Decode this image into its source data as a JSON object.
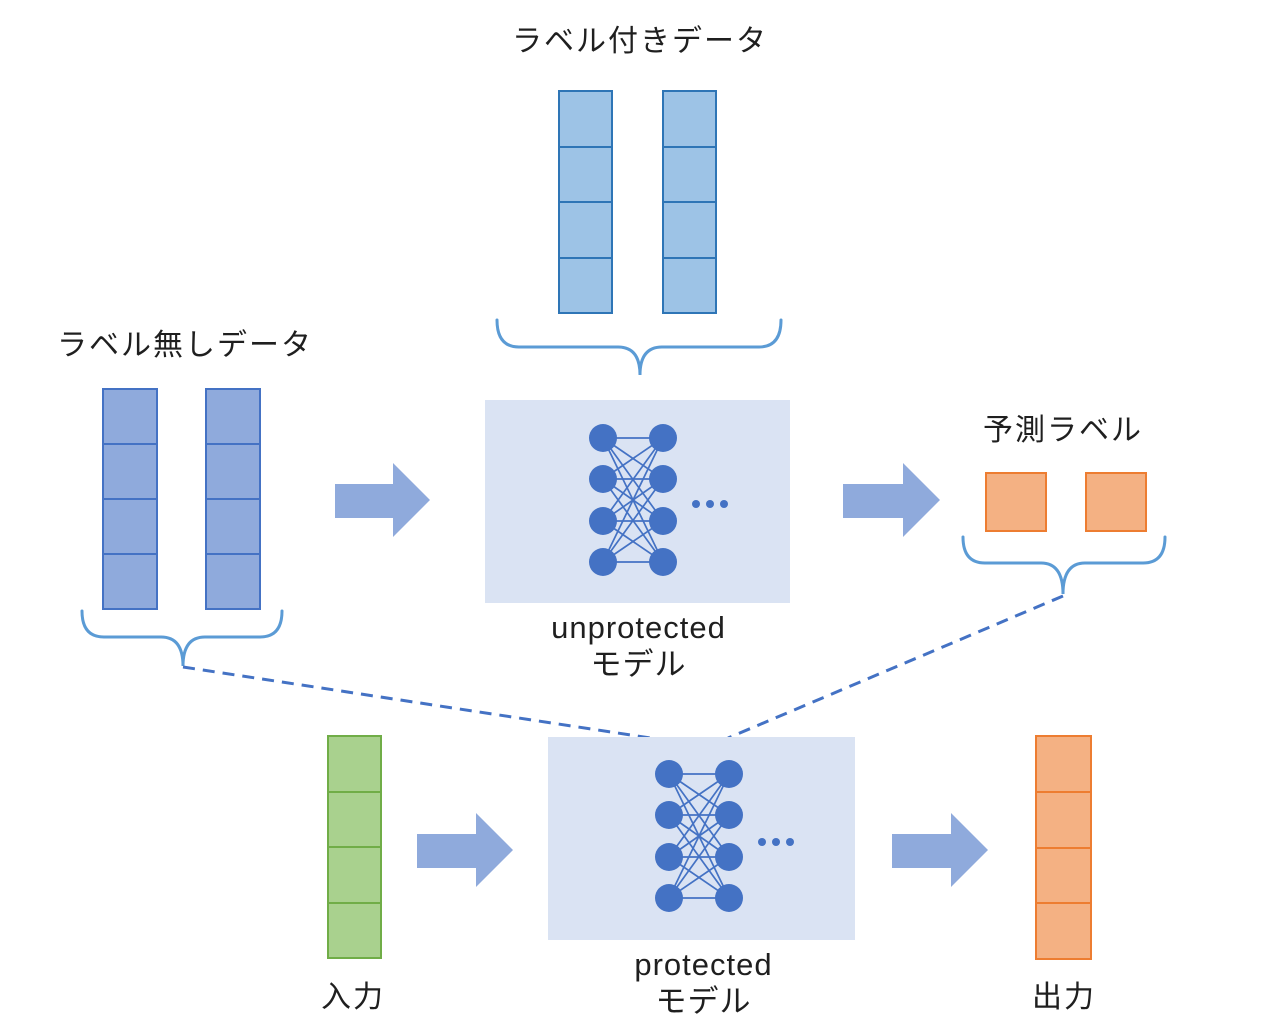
{
  "diagram": {
    "labels": {
      "labeled_data": "ラベル付きデータ",
      "unlabeled_data": "ラベル無しデータ",
      "predicted_label": "予測ラベル",
      "input": "入力",
      "output": "出力",
      "unprotected_model_line1": "unprotected",
      "unprotected_model_line2": "モデル",
      "protected_model_line1": "protected",
      "protected_model_line2": "モデル",
      "ellipsis": "..."
    },
    "stacks": {
      "labeled_data_cells": 4,
      "labeled_data_columns": 2,
      "unlabeled_data_cells": 4,
      "unlabeled_data_columns": 2,
      "predicted_label_squares": 2,
      "input_cells": 4,
      "output_cells": 4
    },
    "nn_icon": {
      "layers_shown": 2,
      "nodes_per_layer": 4
    }
  },
  "colors": {
    "light_blue_fill": "#9DC3E6",
    "light_blue_border": "#2E75B6",
    "periwinkle_fill": "#8FAADC",
    "periwinkle_border": "#4472C4",
    "green_fill": "#A9D18E",
    "green_border": "#70AD47",
    "orange_fill": "#F4B183",
    "orange_border": "#ED7D31",
    "model_box_fill": "#DAE3F3",
    "nn_color": "#4472C4",
    "arrow_color": "#8FAADC",
    "brace_color": "#5B9BD5",
    "dashed_color": "#4472C4",
    "text_color": "#1F1F1F"
  }
}
